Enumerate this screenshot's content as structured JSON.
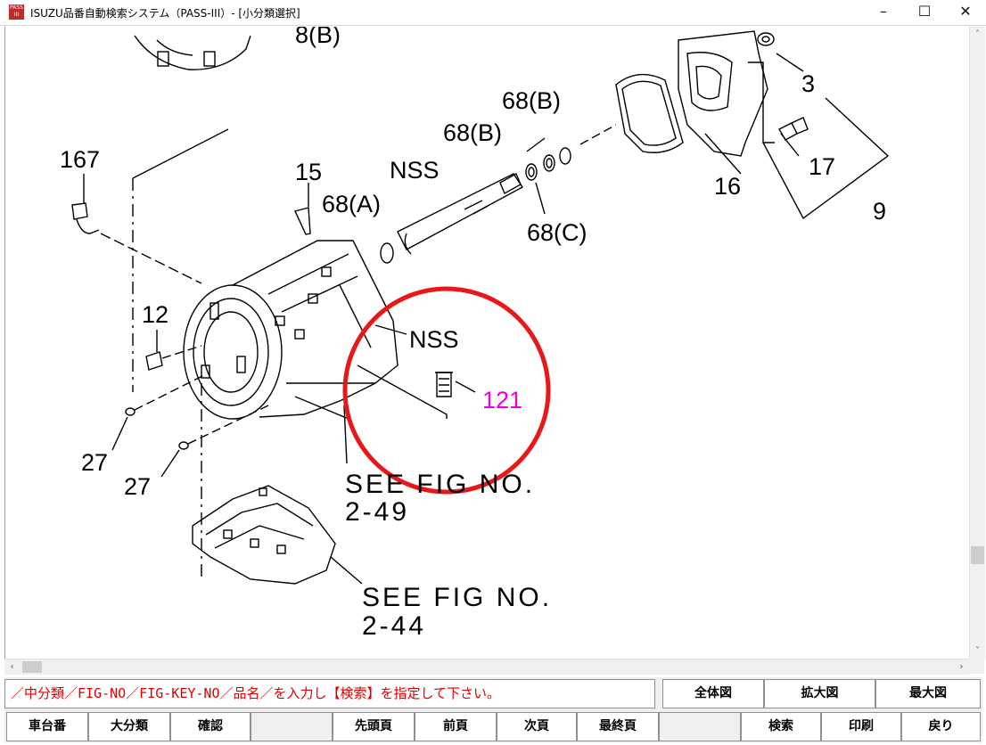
{
  "window": {
    "app_icon_text": "PASS III",
    "title": "ISUZU品番自動検索システム（PASS-III）- [小分類選択]",
    "minimize": "–",
    "maximize": "☐",
    "close": "✕"
  },
  "icons": {
    "app": "app-logo-icon",
    "scroll_up": "chevron-up-icon",
    "scroll_down": "chevron-down-icon",
    "scroll_left": "chevron-left-icon",
    "scroll_right": "chevron-right-icon"
  },
  "scroll": {
    "up": "˄",
    "down": "˅",
    "left": "‹",
    "right": "›"
  },
  "diagram": {
    "highlight_color": "#e8181a",
    "highlight_label_color": "#e600e6",
    "labels": {
      "l_8b": "8(B)",
      "l_3": "3",
      "l_68b_top": "68(B)",
      "l_68b": "68(B)",
      "l_167": "167",
      "l_15": "15",
      "l_nss_top": "NSS",
      "l_68a": "68(A)",
      "l_16": "16",
      "l_17": "17",
      "l_9": "9",
      "l_68c": "68(C)",
      "l_12": "12",
      "l_nss_mid": "NSS",
      "l_121": "121",
      "l_27a": "27",
      "l_27b": "27",
      "l_see1": "SEE FIG NO.",
      "l_see1b": "2-49",
      "l_see2": "SEE FIG NO.",
      "l_see2b": "2-44"
    }
  },
  "footer": {
    "message": "／中分類／FIG-NO／FIG-KEY-NO／品名／を入力し【検索】を指定して下さい。",
    "view_buttons": [
      "全体図",
      "拡大図",
      "最大図"
    ],
    "buttons": [
      "車台番",
      "大分類",
      "確認",
      "",
      "先頭頁",
      "前頁",
      "次頁",
      "最終頁",
      "",
      "検索",
      "印刷",
      "戻り"
    ]
  }
}
